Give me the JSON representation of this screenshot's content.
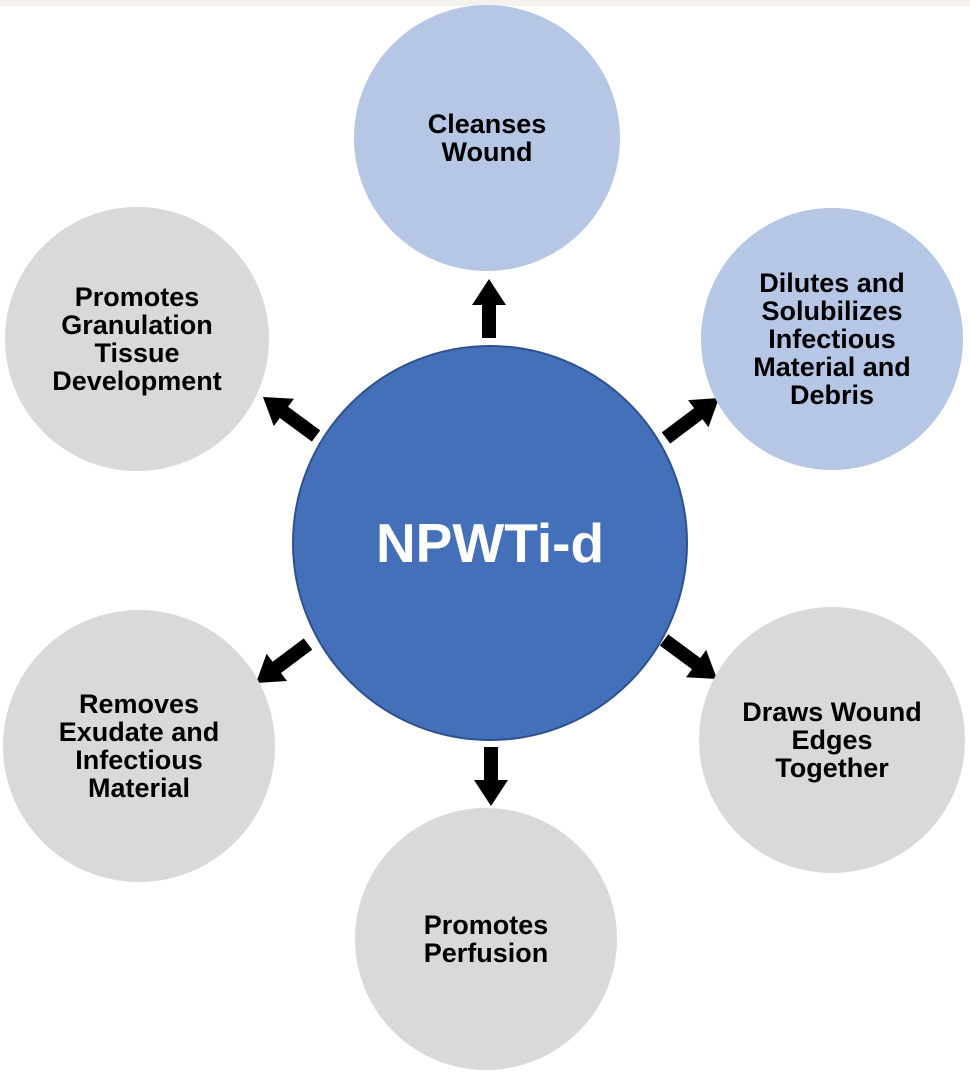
{
  "diagram": {
    "center_label": "NPWTi-d",
    "nodes": [
      {
        "id": "cleanses-wound",
        "tone": "light-blue",
        "label": "Cleanses\nWound"
      },
      {
        "id": "dilutes-solubilizes",
        "tone": "light-blue",
        "label": "Dilutes and\nSolubilizes\nInfectious\nMaterial and\nDebris"
      },
      {
        "id": "draws-wound-edges",
        "tone": "gray",
        "label": "Draws Wound\nEdges\nTogether"
      },
      {
        "id": "promotes-perfusion",
        "tone": "gray",
        "label": "Promotes\nPerfusion"
      },
      {
        "id": "removes-exudate",
        "tone": "gray",
        "label": "Removes\nExudate and\nInfectious\nMaterial"
      },
      {
        "id": "promotes-granulation",
        "tone": "gray",
        "label": "Promotes\nGranulation\nTissue\nDevelopment"
      }
    ]
  },
  "colors": {
    "center_fill": "#4470BA",
    "center_border": "#2F528F",
    "light_blue_fill": "#B6C6E5",
    "gray_fill": "#D9D9D9",
    "arrow_color": "#000000",
    "node_text": "#000000",
    "center_text": "#FFFFFF",
    "background": "#FFFFFF",
    "top_strip": "#F5F2ED"
  }
}
